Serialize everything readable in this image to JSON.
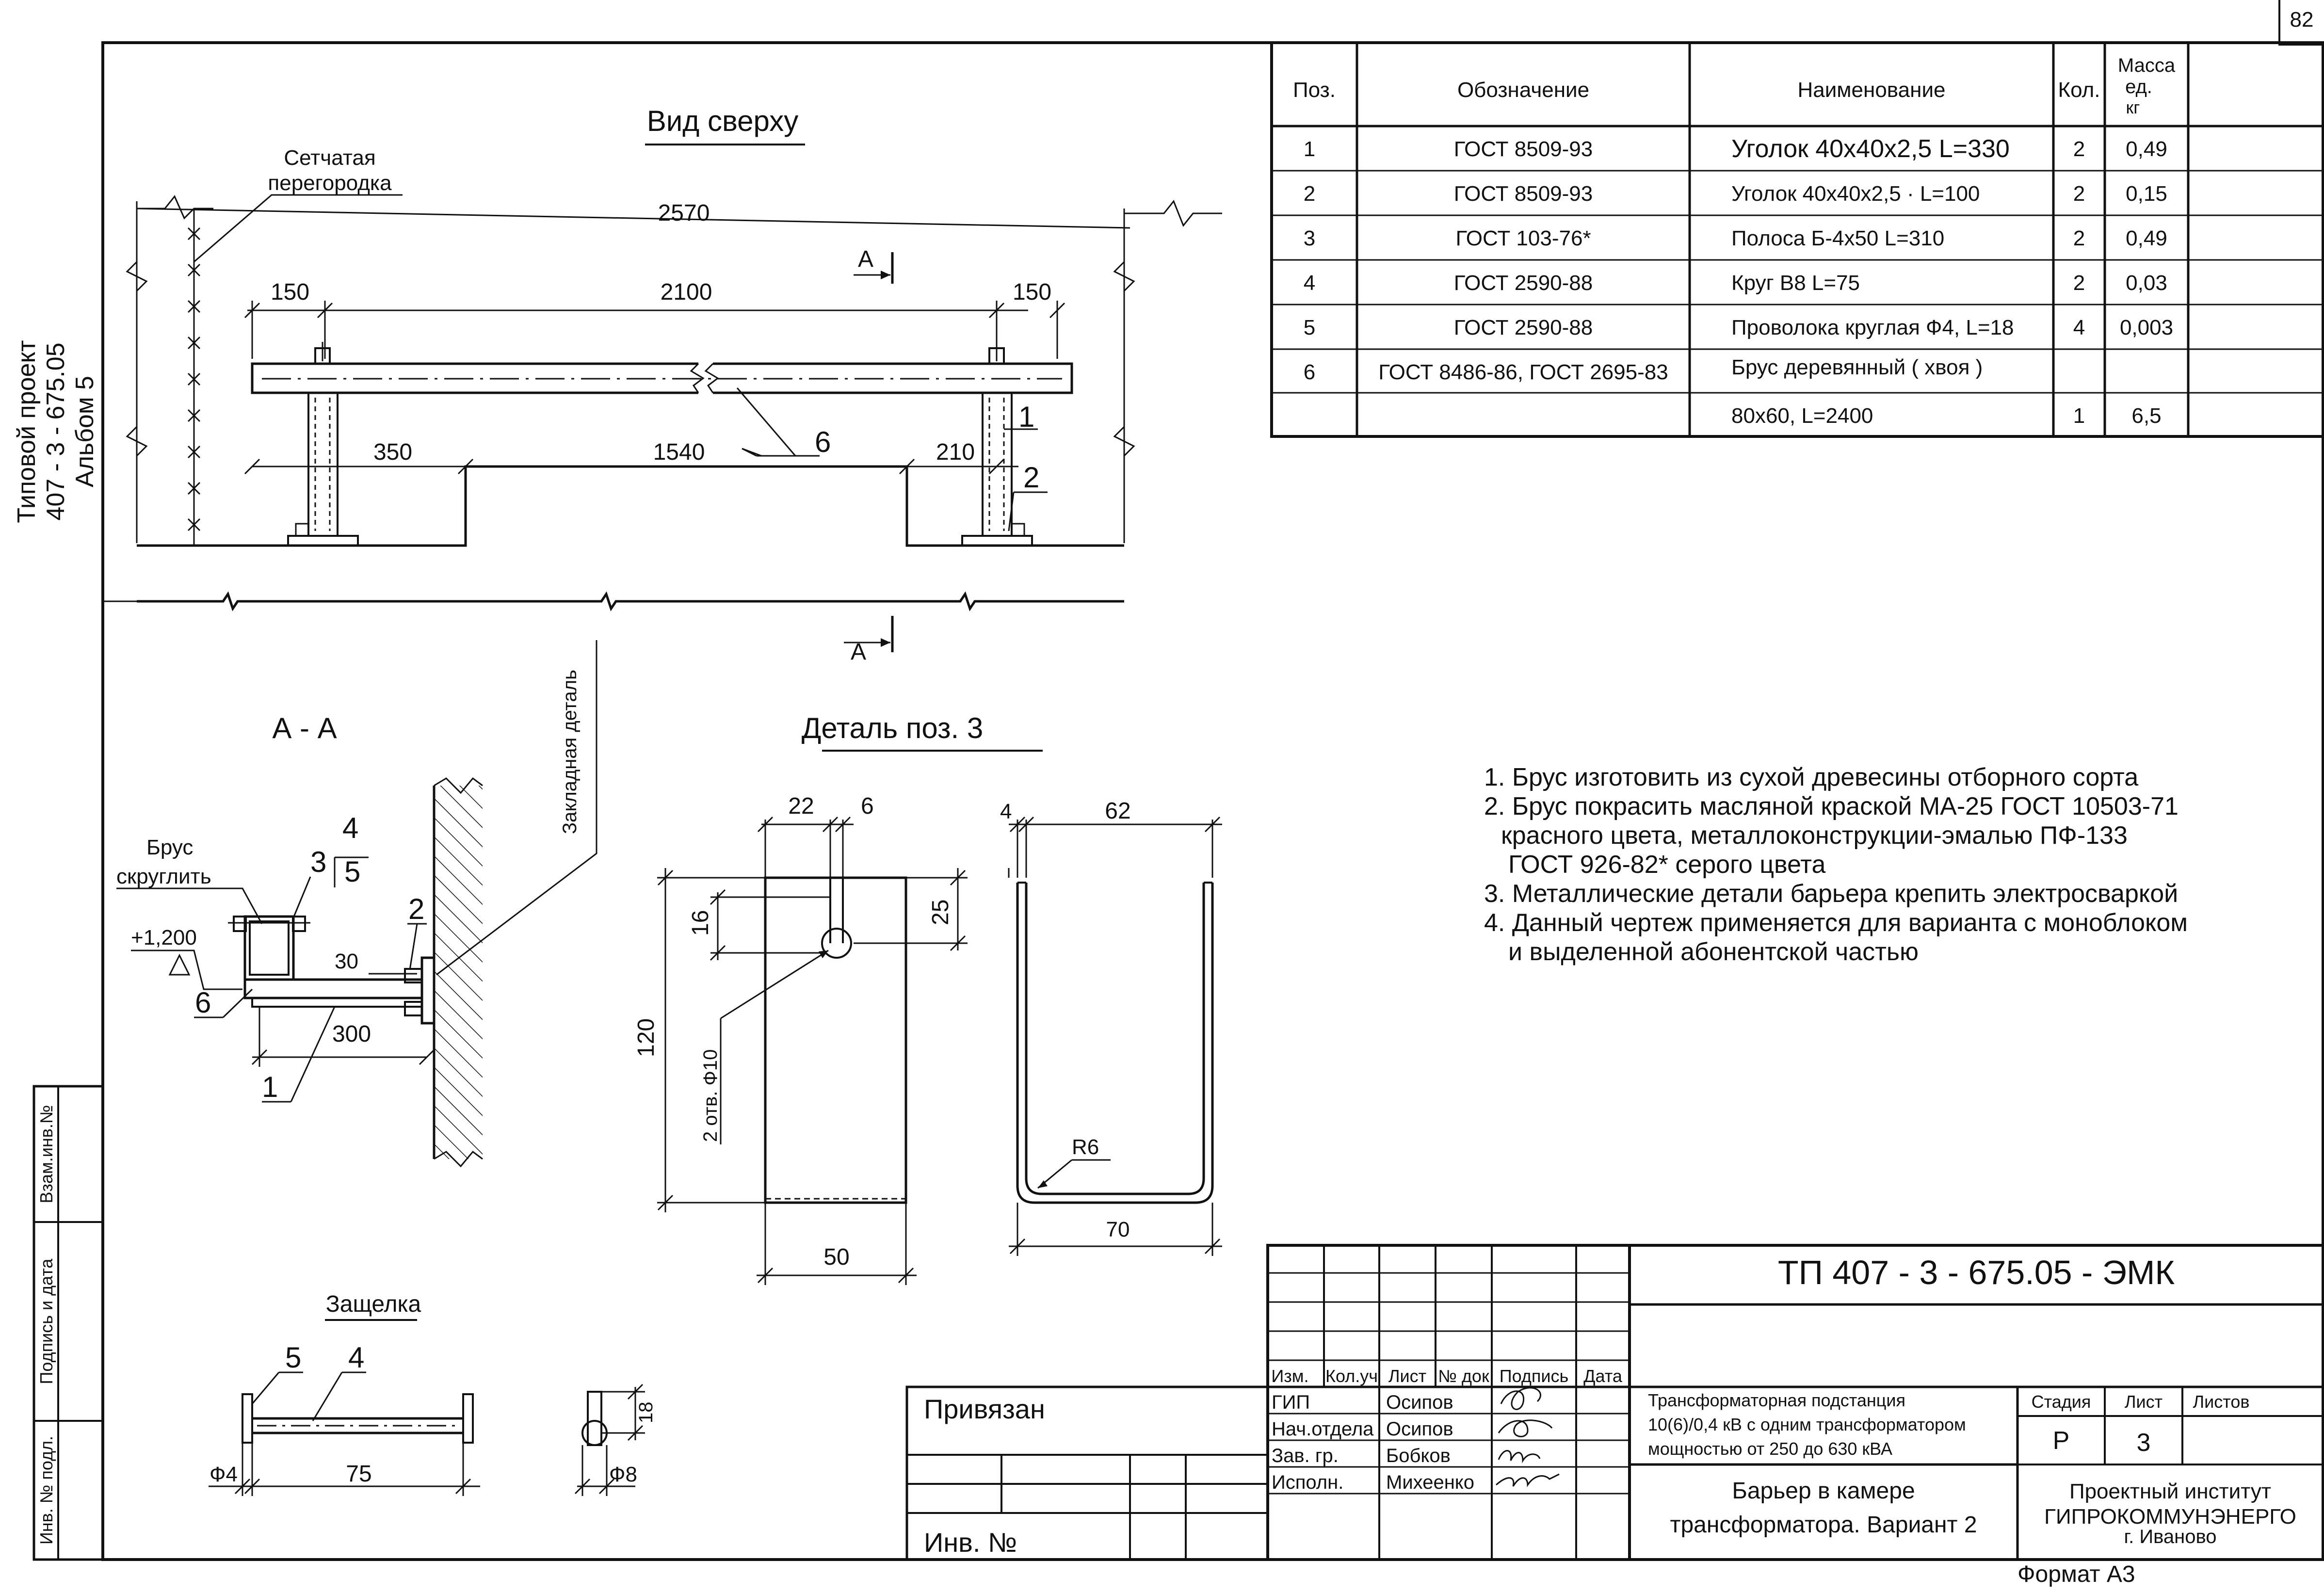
{
  "page_number": "82",
  "side_title": {
    "line1": "Типовой проект",
    "line2": "407 - 3 - 675.05",
    "line3": "Альбом 5"
  },
  "side_stamp": {
    "vzam": "Взам.инв.№",
    "podpis": "Подпись и дата",
    "inv": "Инв. № подл."
  },
  "spec_table": {
    "headers": {
      "pos": "Поз.",
      "designation": "Обозначение",
      "name": "Наименование",
      "qty": "Кол.",
      "mass_l1": "Масса",
      "mass_l2": "ед.",
      "mass_l3": "кг"
    },
    "rows": [
      {
        "pos": "1",
        "designation": "ГОСТ 8509-93",
        "name": "Уголок 40х40х2,5   L=330",
        "qty": "2",
        "mass": "0,49"
      },
      {
        "pos": "2",
        "designation": "ГОСТ 8509-93",
        "name": "Уголок 40х40х2,5 · L=100",
        "qty": "2",
        "mass": "0,15"
      },
      {
        "pos": "3",
        "designation": "ГОСТ 103-76*",
        "name": "Полоса Б-4х50    L=310",
        "qty": "2",
        "mass": "0,49"
      },
      {
        "pos": "4",
        "designation": "ГОСТ 2590-88",
        "name": "Круг В8    L=75",
        "qty": "2",
        "mass": "0,03"
      },
      {
        "pos": "5",
        "designation": "ГОСТ 2590-88",
        "name": "Проволока круглая   Ф4, L=18",
        "qty": "4",
        "mass": "0,003"
      },
      {
        "pos": "6",
        "designation": "ГОСТ 8486-86, ГОСТ 2695-83",
        "name": "Брус деревянный ( хвоя )",
        "qty": "",
        "mass": ""
      },
      {
        "pos": "",
        "designation": "",
        "name": "80х60, L=2400",
        "qty": "1",
        "mass": "6,5"
      }
    ]
  },
  "top_view": {
    "title": "Вид сверху",
    "partition_l1": "Сетчатая",
    "partition_l2": "перегородка",
    "dims": {
      "d2570": "2570",
      "d150a": "150",
      "d2100": "2100",
      "d150b": "150",
      "d350": "350",
      "d1540": "1540",
      "d210": "210"
    },
    "pos6": "6",
    "pos1": "1",
    "pos2": "2",
    "section_mark": "А"
  },
  "section_aa": {
    "title": "А - А",
    "brus_l1": "Брус",
    "brus_l2": "скруглить",
    "elev": "+1,200",
    "embedded": "Закладная деталь",
    "pos4": "4",
    "pos3": "3",
    "pos5": "5",
    "pos2": "2",
    "pos6": "6",
    "pos1": "1",
    "d30": "30",
    "d300": "300"
  },
  "detail3": {
    "title": "Деталь поз. 3",
    "d22": "22",
    "d6": "6",
    "d16": "16",
    "d25": "25",
    "d120": "120",
    "d50": "50",
    "holes": "2 отв. Ф10",
    "d4": "4",
    "d62": "62",
    "r6": "R6",
    "d70": "70"
  },
  "latch": {
    "title": "Защелка",
    "pos5": "5",
    "pos4": "4",
    "d4": "Ф4",
    "d75": "75",
    "d18": "18",
    "d8": "Ф8"
  },
  "notes": [
    "1. Брус изготовить из сухой древесины отборного сорта",
    "2. Брус покрасить масляной краской МА-25 ГОСТ 10503-71",
    "красного цвета, металлоконструкции-эмалью ПФ-133",
    "ГОСТ 926-82* серого цвета",
    "3. Металлические детали барьера крепить электросваркой",
    "4. Данный чертеж применяется для варианта с моноблоком",
    "и выделенной абонентской частью"
  ],
  "title_block": {
    "code": "ТП 407 - 3 - 675.05 - ЭМК",
    "privyazan": "Привязан",
    "inv_no": "Инв. №",
    "col_headers": [
      "Изм.",
      "Кол.уч",
      "Лист",
      "№ док",
      "Подпись",
      "Дата"
    ],
    "people": [
      {
        "role": "ГИП",
        "name": "Осипов"
      },
      {
        "role": "Нач.отдела",
        "name": "Осипов"
      },
      {
        "role": "Зав. гр.",
        "name": "Бобков"
      },
      {
        "role": "Исполн.",
        "name": "Михеенко"
      }
    ],
    "project_l1": "Трансформаторная подстанция",
    "project_l2": "10(6)/0,4 кВ с одним трансформатором",
    "project_l3": "мощностью от 250 до 630 кВА",
    "sheet_title_l1": "Барьер в камере",
    "sheet_title_l2": "трансформатора. Вариант 2",
    "stage_label": "Стадия",
    "sheet_label": "Лист",
    "sheets_label": "Листов",
    "stage": "Р",
    "sheet": "3",
    "sheets": "",
    "org_l1": "Проектный институт",
    "org_l2": "ГИПРОКОММУНЭНЕРГО",
    "org_l3": "г. Иваново",
    "format": "Формат А3"
  }
}
